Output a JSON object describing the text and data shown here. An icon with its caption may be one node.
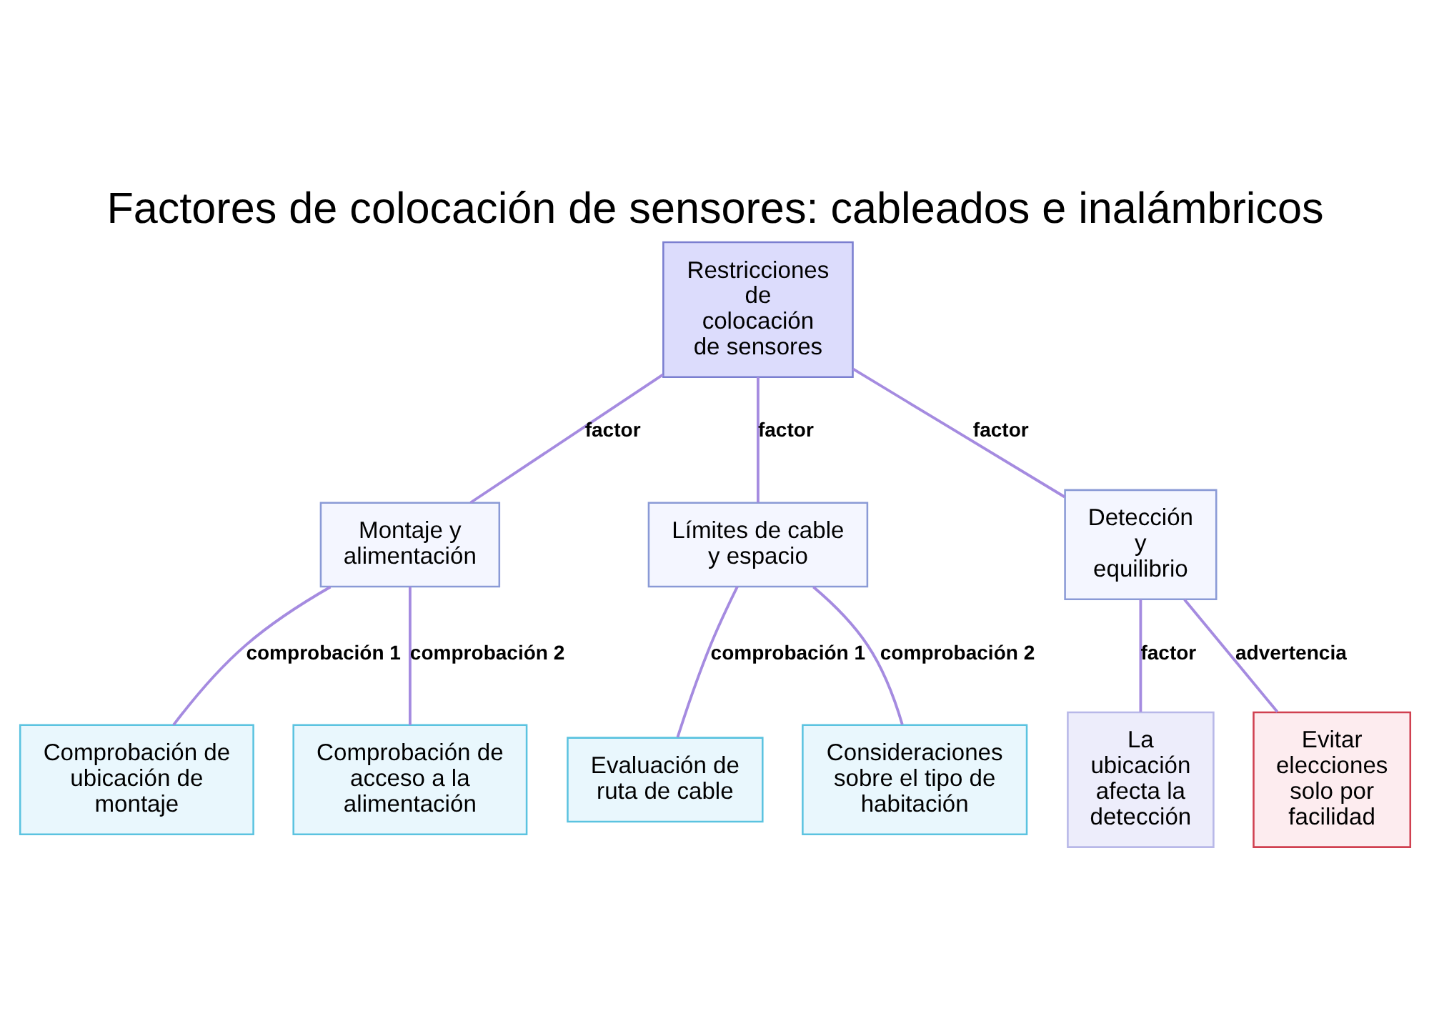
{
  "diagram": {
    "title": "Factores de colocación de sensores: cableados e inalámbricos",
    "nodes": [
      {
        "text": [
          "Restricciones de colocación de sensores"
        ]
      },
      {
        "text": [
          "Montaje y alimentación"
        ]
      },
      {
        "text": [
          "Límites de cable y espacio"
        ]
      },
      {
        "text": [
          "Detección y equilibrio"
        ]
      },
      {
        "text": [
          "Comprobación de ubicación de montaje"
        ]
      },
      {
        "text": [
          "Comprobación de acceso a la alimentación"
        ]
      },
      {
        "text": [
          "Evaluación de ruta de cable"
        ]
      },
      {
        "text": [
          "Consideraciones sobre el tipo de habitación"
        ]
      },
      {
        "text": [
          "La ubicación afecta la detección"
        ]
      },
      {
        "text": [
          "Evitar elecciones solo por facilidad"
        ]
      }
    ],
    "edges": [
      {
        "from": 0,
        "to": 1,
        "arrow": "none",
        "label": "factor"
      },
      {
        "from": 0,
        "to": 2,
        "arrow": "none",
        "label": "factor"
      },
      {
        "from": 0,
        "to": 3,
        "arrow": "none",
        "label": "factor"
      },
      {
        "from": 1,
        "to": 4,
        "arrow": "none",
        "label": "comprobación 1"
      },
      {
        "from": 1,
        "to": 5,
        "arrow": "none",
        "label": "comprobación 2"
      },
      {
        "from": 2,
        "to": 6,
        "arrow": "none",
        "label": "comprobación 1"
      },
      {
        "from": 2,
        "to": 7,
        "arrow": "none",
        "label": "comprobación 2"
      },
      {
        "from": 3,
        "to": 8,
        "arrow": "none",
        "label": "factor"
      },
      {
        "from": 3,
        "to": 9,
        "arrow": "none",
        "label": "advertencia"
      }
    ]
  }
}
